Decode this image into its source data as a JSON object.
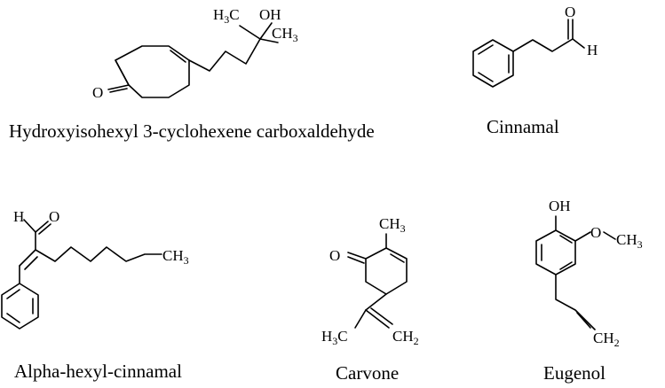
{
  "molecules": [
    {
      "name": "Hydroxyisohexyl 3-cyclohexene carboxaldehyde",
      "atoms": {
        "h3c": "H",
        "h3c_sub": "3",
        "h3c_c": "C",
        "oh": "OH",
        "ch3": "CH",
        "ch3_sub": "3",
        "o": "O"
      }
    },
    {
      "name": "Cinnamal",
      "atoms": {
        "o": "O",
        "h": "H"
      }
    },
    {
      "name": "Alpha-hexyl-cinnamal",
      "atoms": {
        "h": "H",
        "o": "O",
        "ch3": "CH",
        "ch3_sub": "3"
      }
    },
    {
      "name": "Carvone",
      "atoms": {
        "ch3": "CH",
        "ch3_sub": "3",
        "o": "O",
        "h3c": "H",
        "h3c_sub": "3",
        "h3c_c": "C",
        "ch2": "CH",
        "ch2_sub": "2"
      }
    },
    {
      "name": "Eugenol",
      "atoms": {
        "oh": "OH",
        "och3_o": "O",
        "och3_c": "CH",
        "och3_sub": "3",
        "ch2": "CH",
        "ch2_sub": "2"
      }
    }
  ]
}
